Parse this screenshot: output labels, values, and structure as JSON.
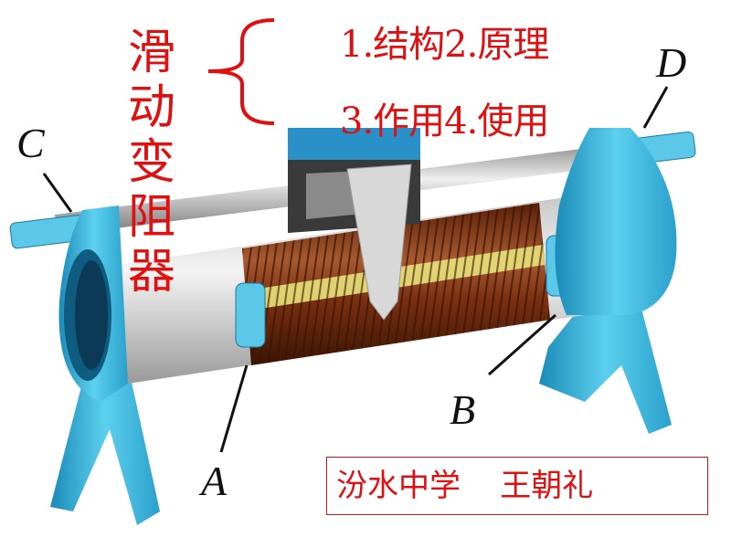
{
  "title": "滑动变阻器",
  "title_chars": [
    "滑",
    "动",
    "变",
    "阻",
    "器"
  ],
  "topics": [
    "1.结构2.原理",
    "3.作用4.使用"
  ],
  "labels": {
    "A": "A",
    "B": "B",
    "C": "C",
    "D": "D"
  },
  "credit": {
    "school": "汾水中学",
    "author": "王朝礼"
  },
  "colors": {
    "text_red": "#e01010",
    "stand": "#3cb8dc",
    "coil": "#8a3a18",
    "slider": "#2a90c8"
  }
}
